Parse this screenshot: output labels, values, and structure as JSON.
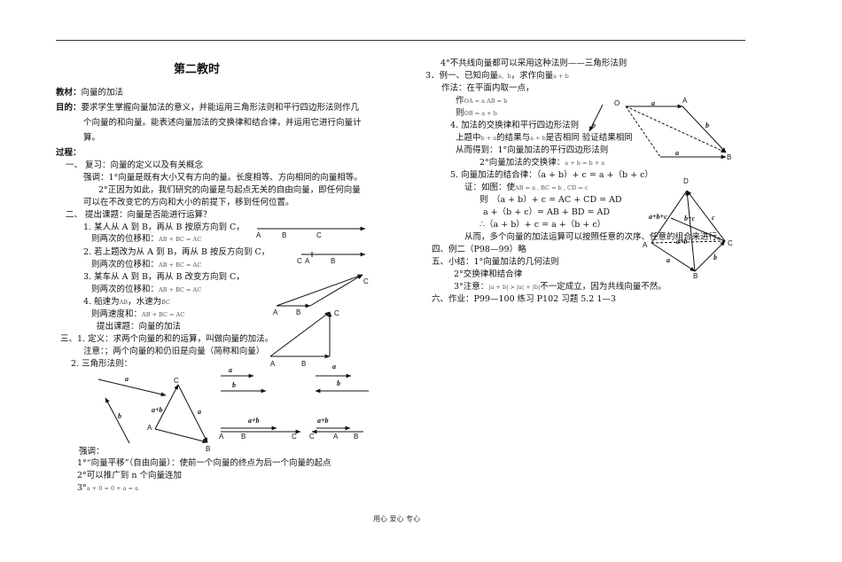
{
  "title": "第二教时",
  "header": {
    "material_label": "教材：",
    "material": "向量的加法",
    "goal_label": "目的：",
    "goal_lines": [
      "要求学生掌握向量加法的意义，并能运用三角形法则和平行四边形法则作几",
      "个向量的和向量。能表述向量加法的交换律和结合律，并运用它进行向量计",
      "算。"
    ],
    "process_label": "过程："
  },
  "left": {
    "s1": "一、   复习：向量的定义以及有关概念",
    "s1_l1": "强调：1°向量是既有大小又有方向的量。长度相等、方向相同的向量相等。",
    "s1_l2": "2°正因为如此，我们研究的向量是与起点无关的自由向量，即任何向量",
    "s1_l3": "可以在不改变它的方向和大小的前提下，移到任何位置。",
    "s2": "二、   提出课题：向量是否能进行运算？",
    "p1a": "1.     某人从 A 到 B，再从 B 按原方向到 C，",
    "p1b": "则两次的位移和：",
    "p2a": "2.     若上题改为从 A 到 B，再从 B 按反方向到 C，",
    "p2b": "则两次的位移和：",
    "p3a": "3.     某车从 A 到 B，再从 B 改变方向到 C，",
    "p3b": "则两次的位移和：",
    "p4a": "4.     船速为",
    "p4a2": "，水速为",
    "p4b": "则两速度和：",
    "formula_sum": "AB + BC = AC",
    "vec_ab": "AB",
    "vec_bc": "BC",
    "topic": "提出课题：向量的加法",
    "s3": "三、1.  定义：求两个向量的和的运算，叫做向量的加法。",
    "note": "注意：；两个向量的和仍旧是向量（简称和向量）",
    "s3_2": "2.  三角形法则：",
    "emph": "强调：",
    "emph1": "1°“向量平移”（自由向量）：使前一个向量的终点为后一个向量的起点",
    "emph2": "2°可以推广到 n 个向量连加",
    "emph3": "3°",
    "emph3_f": "a + 0 = 0 + a = a"
  },
  "right": {
    "r4": "4°不共线向量都可以采用这种法则——三角形法则",
    "r3": "3．例一、已知向量",
    "r3b": "，求作向量",
    "ex_vars": "a、b",
    "ex_sum": "a + b",
    "method": "作法：在平面内取一点，",
    "step1": "作",
    "step1_f": "OA = a   AB = b",
    "step2": "则",
    "step2_f": "OB = a + b",
    "r4b": "4.   加法的交换律和平行四边形法则",
    "r4b_l1": "上题中",
    "r4b_l1b": "的结果与",
    "r4b_l1c": "是否相同    验证结果相同",
    "f_ba": "b + a",
    "f_ab": "a + b",
    "r4b_l2": "从而得到：1°向量加法的平行四边形法则",
    "r4b_l3": "2°向量加法的交换律：",
    "comm": "a + b = b + a",
    "r5": "5.     向量加法的结合律：（a + b）+ c = a +（b + c）",
    "proof": "证：如图：使",
    "proof_f": "AB = a , BC = b , CD = c",
    "then": "则",
    "line1": "（a + b）+ c = AC + CD = AD",
    "line2": "a +（b + c）= AB + BD = AD",
    "line3": "∴（a + b）+ c = a +（b + c）",
    "concl": "从而，多个向量的加法运算可以按照任意的次序、任意的组合来进行。",
    "s4": "四、例二（P98—99）略",
    "s5": "五、小结：1°向量加法的几何法则",
    "s5_2": "2°交换律和结合律",
    "s5_3a": "3°注意：",
    "s5_3f": "|a + b| > |a| + |b|",
    "s5_3b": "不一定成立，因为共线向量不然。",
    "s6": "六、作业：P99—100   练习     P102  习题 5.2    1—3"
  },
  "fig_labels": {
    "A": "A",
    "B": "B",
    "C": "C",
    "D": "D",
    "O": "O",
    "a": "a",
    "b": "b",
    "c": "c",
    "apb": "a+b",
    "bpc": "b+c",
    "apbpc": "a+b+c"
  },
  "footer": "用心  爱心  专心"
}
